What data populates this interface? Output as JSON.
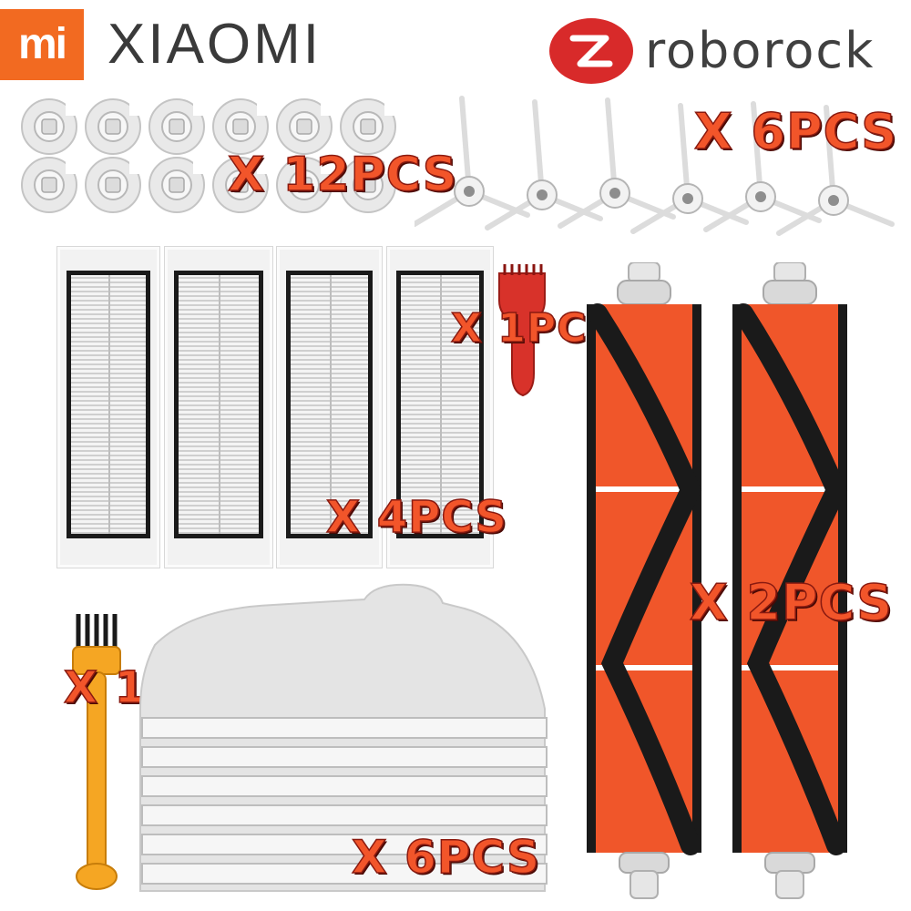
{
  "brands": {
    "xiaomi_logo": "mi",
    "xiaomi_name": "XIAOMI",
    "roborock_name": "roborock"
  },
  "quantities": {
    "dust_box_filters": "X 12PCS",
    "side_brushes": "X 6PCS",
    "cleaning_tool": "X 1PCS",
    "hepa_filters": "X 4PCS",
    "main_brushes": "X 2PCS",
    "brush_tool": "X 1PCS",
    "mop_cloths": "X 6PCS"
  },
  "colors": {
    "xiaomi_orange": "#f26a21",
    "roborock_red": "#d82a2a",
    "label_red": "#f2552a",
    "brush_orange": "#f0562a",
    "bristle_black": "#1a1a1a"
  }
}
